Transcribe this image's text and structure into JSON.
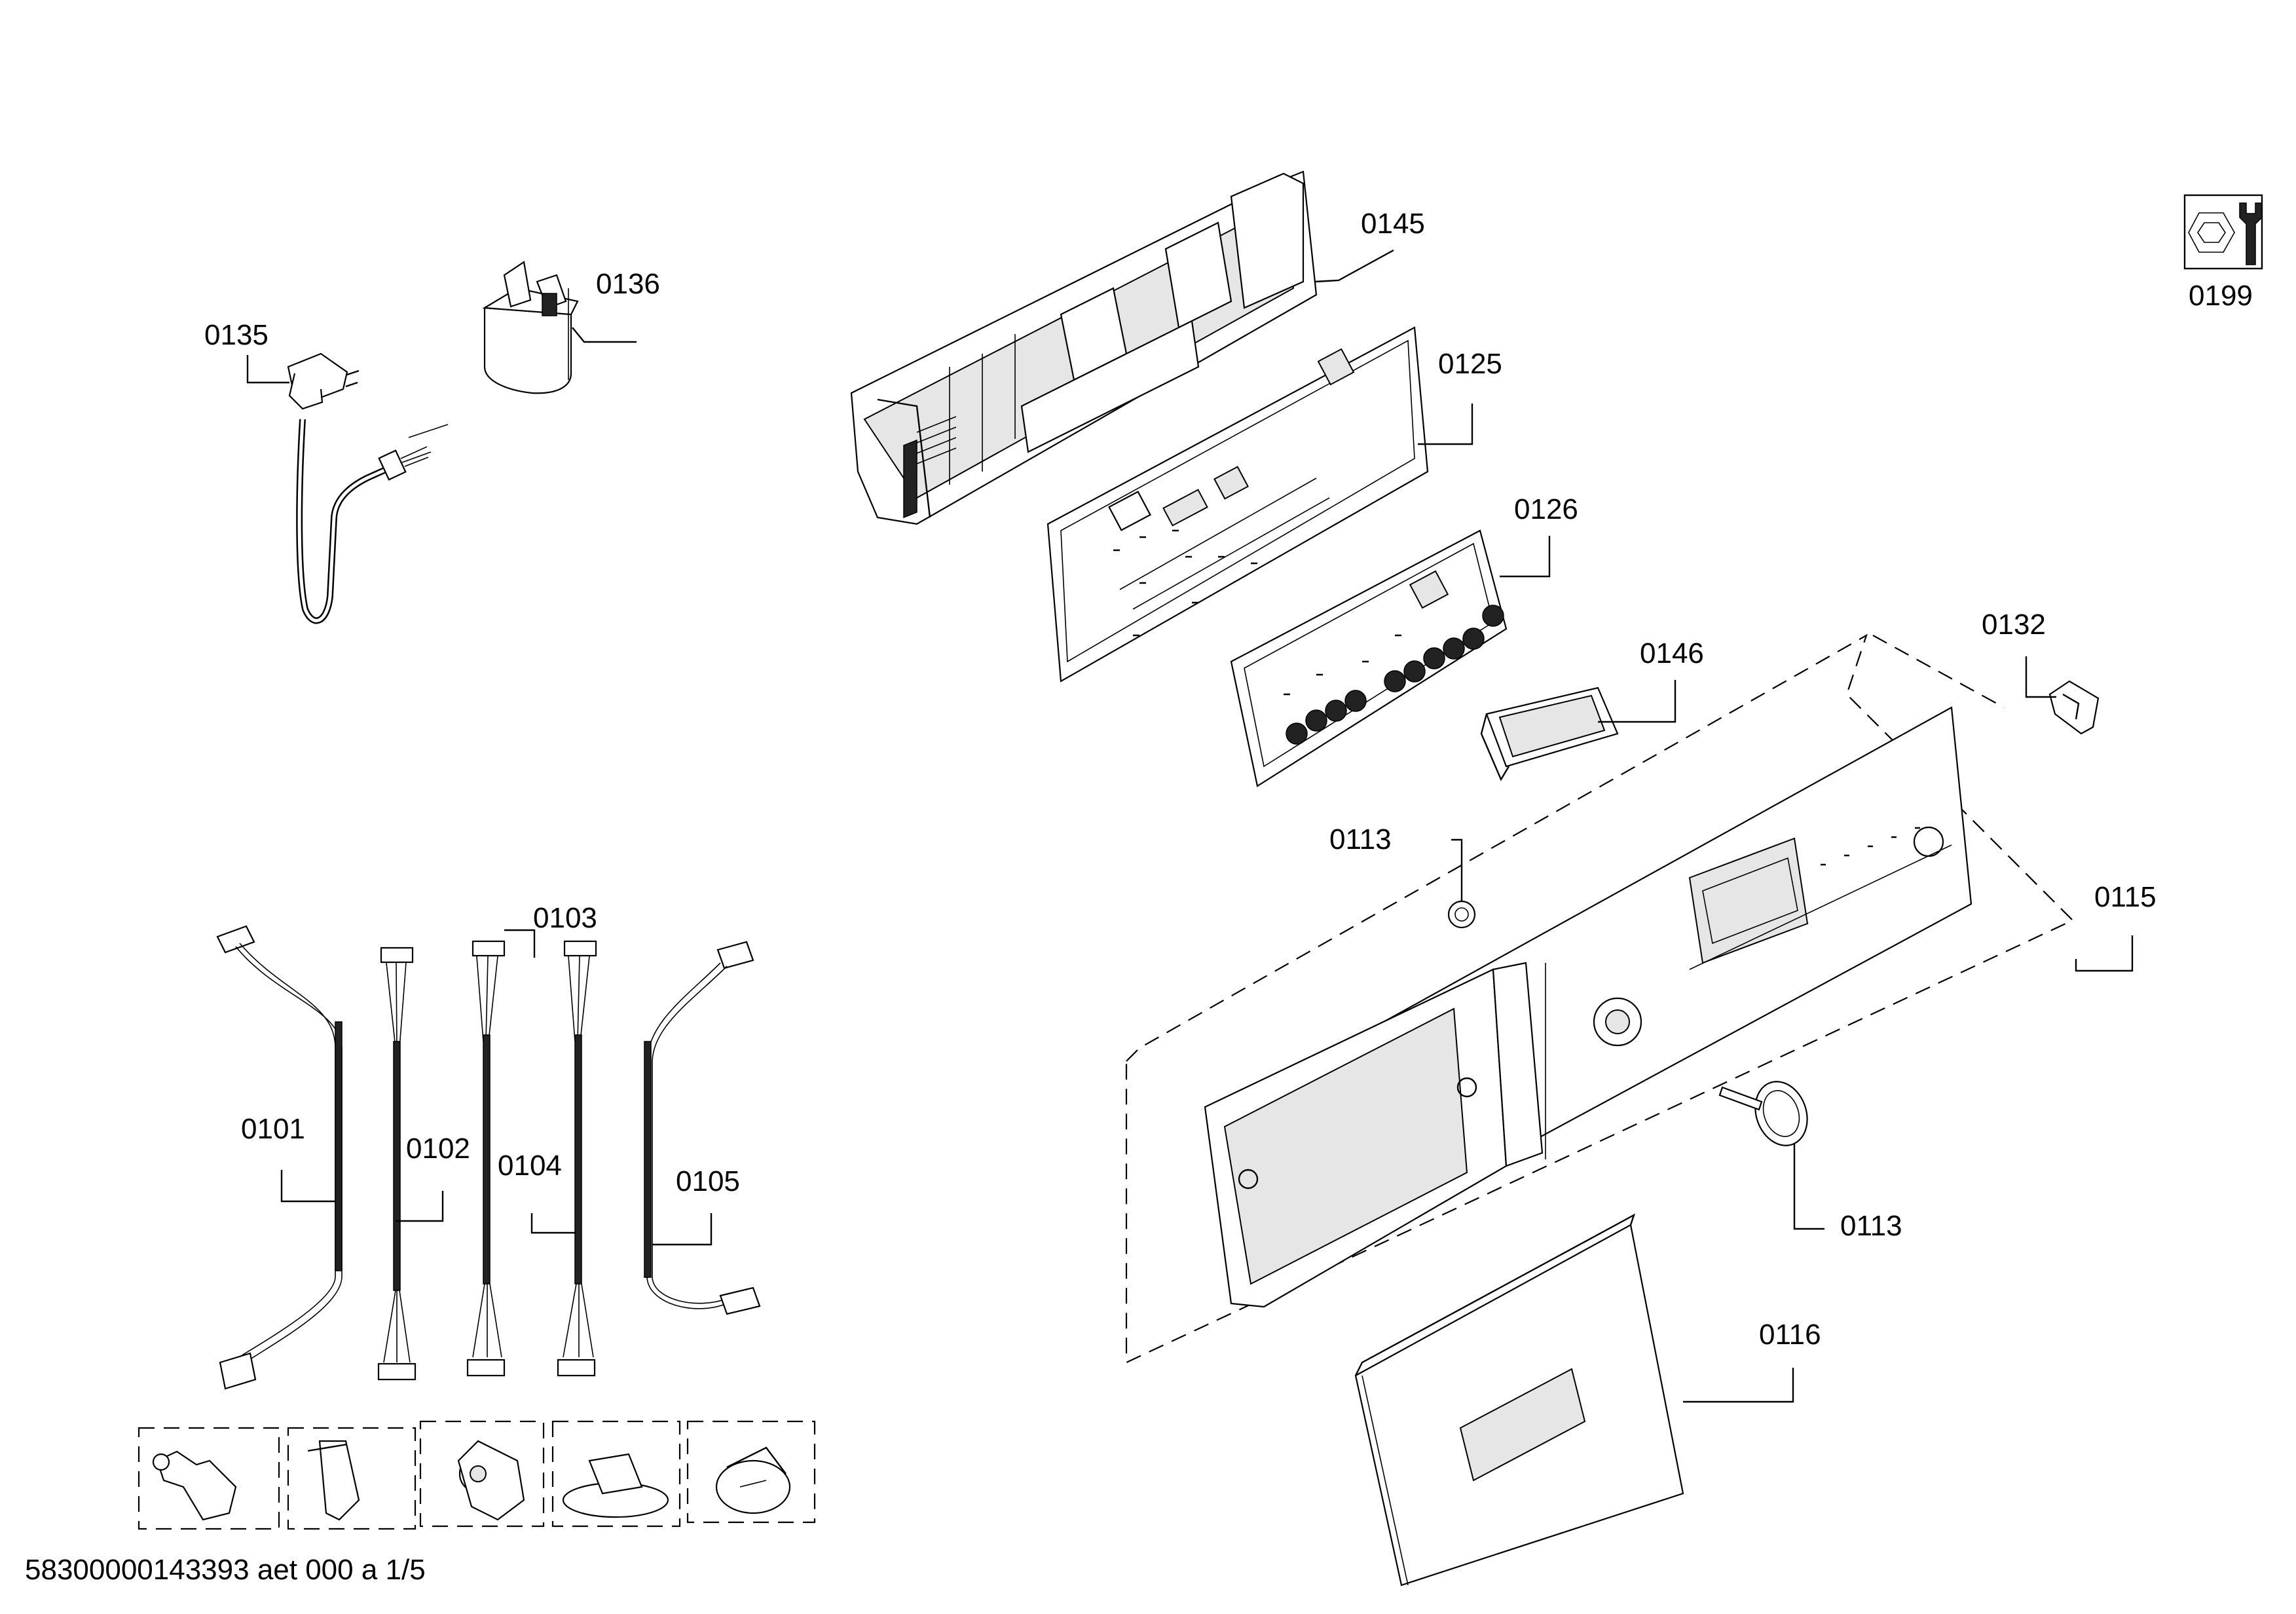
{
  "document_id": "5830000014339​3 aet 000 a 1/5",
  "parts": {
    "p0135": "0135",
    "p0136": "0136",
    "p0145": "0145",
    "p0125": "0125",
    "p0126": "0126",
    "p0146": "0146",
    "p0132": "0132",
    "p0199": "0199",
    "p0113a": "0113",
    "p0115": "0115",
    "p0113b": "0113",
    "p0116": "0116",
    "p0101": "0101",
    "p0102": "0102",
    "p0103": "0103",
    "p0104": "0104",
    "p0105": "0105"
  },
  "icons": {
    "service_tool": "nut-and-wrench-icon"
  }
}
